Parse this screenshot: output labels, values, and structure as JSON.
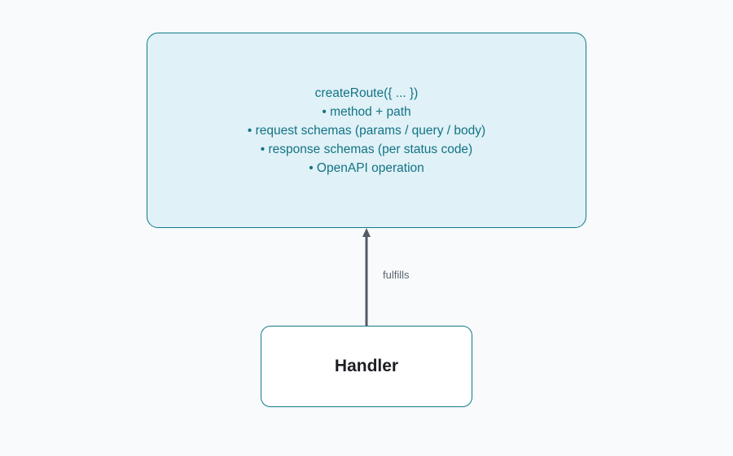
{
  "route_node": {
    "title": "createRoute({ ... })",
    "lines": [
      "• method + path",
      "• request schemas (params / query / body)",
      "• response schemas (per status code)",
      "• OpenAPI operation"
    ]
  },
  "handler_node": {
    "label": "Handler"
  },
  "edge": {
    "label": "fulfills"
  },
  "colors": {
    "node_border": "#137a8c",
    "route_fill": "#e0f1f7",
    "route_text": "#127384",
    "arrow": "#535b66"
  }
}
